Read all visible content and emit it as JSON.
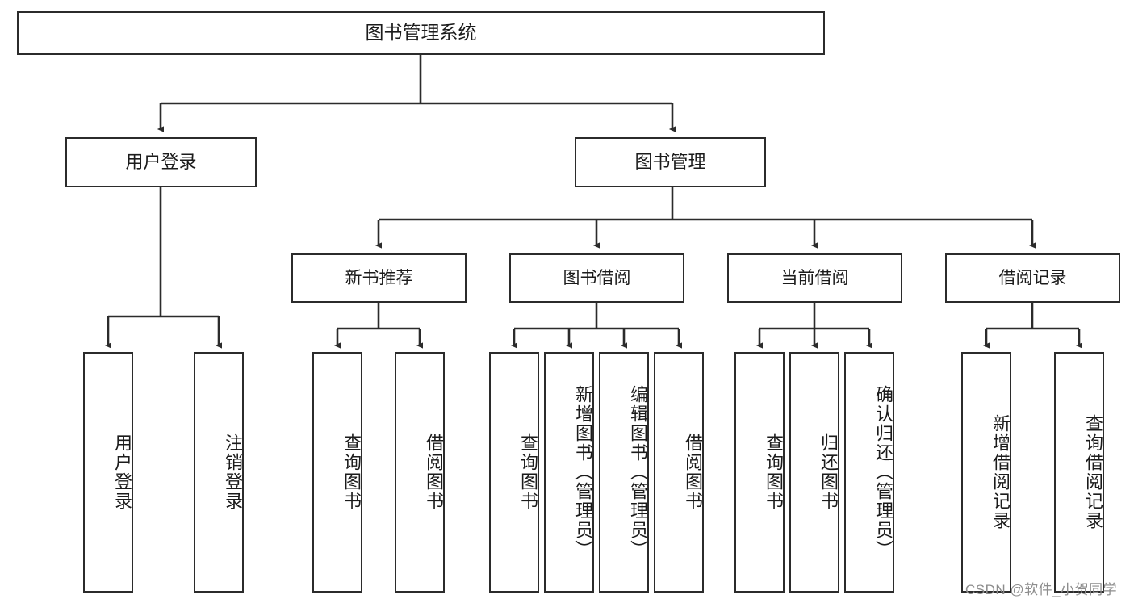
{
  "diagram": {
    "title": "图书管理系统",
    "type": "tree-hierarchy",
    "stroke_color": "#2b2b2b",
    "fill_color": "#ffffff",
    "text_color": "#1b1b1b"
  },
  "nodes": {
    "root": {
      "label": "图书管理系统"
    },
    "level1": [
      {
        "label": "用户登录"
      },
      {
        "label": "图书管理"
      }
    ],
    "level2": [
      {
        "label": "新书推荐"
      },
      {
        "label": "图书借阅"
      },
      {
        "label": "当前借阅"
      },
      {
        "label": "借阅记录"
      }
    ],
    "leaves": {
      "user_login": [
        {
          "label": "用户登录"
        },
        {
          "label": "注销登录"
        }
      ],
      "new_book_recommend": [
        {
          "label": "查询图书"
        },
        {
          "label": "借阅图书"
        }
      ],
      "book_borrow": [
        {
          "label": "查询图书"
        },
        {
          "label": "新增图书（管理员）"
        },
        {
          "label": "编辑图书（管理员）"
        },
        {
          "label": "借阅图书"
        }
      ],
      "current_borrow": [
        {
          "label": "查询图书"
        },
        {
          "label": "归还图书"
        },
        {
          "label": "确认归还（管理员）"
        }
      ],
      "borrow_record": [
        {
          "label": "新增借阅记录"
        },
        {
          "label": "查询借阅记录"
        }
      ]
    }
  },
  "watermark": {
    "text": "CSDN @软件_小贺同学"
  }
}
